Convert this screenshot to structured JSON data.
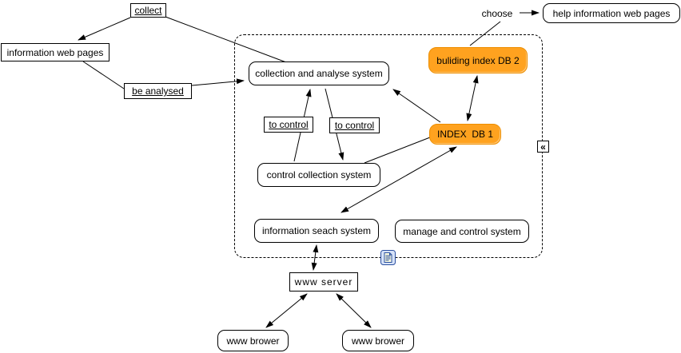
{
  "diagram": {
    "nodes": {
      "collect": "collect",
      "choose": "choose",
      "help_pages": "help information web pages",
      "info_web_pages": "information web pages",
      "be_analysed": "be analysed",
      "collection_analyse": "collection and analyse system",
      "building_index_db2": "buliding index DB 2",
      "to_control_left": "to control",
      "to_control_right": "to control",
      "index_db1": "INDEX  DB 1",
      "control_collection": "control collection system",
      "info_search": "information seach system",
      "manage_control": "manage and control system",
      "www_server": "www server",
      "www_browser_left": "www brower",
      "www_browser_right": "www brower"
    },
    "icons": {
      "collapse_glyph": "«"
    },
    "colors": {
      "highlight_fill": "#FFA21F",
      "highlight_border": "#ED8E00",
      "node_fill": "#FFFFFF",
      "node_border": "#000000",
      "doc_icon_blue": "#2B50A0",
      "doc_icon_bg": "#D6E2F8",
      "doc_icon_page": "#FFFFE1"
    }
  }
}
